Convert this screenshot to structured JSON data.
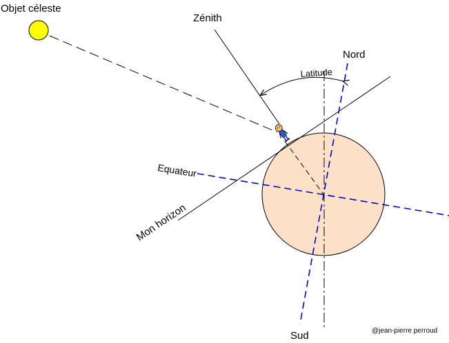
{
  "labels": {
    "celestial_object": "Objet céleste",
    "zenith": "Zénith",
    "north": "Nord",
    "latitude": "Latitude",
    "equator": "Equateur",
    "horizon": "Mon horizon",
    "south": "Sud",
    "credit": "@jean-pierre perroud"
  },
  "colors": {
    "earth_fill": "#fde0c8",
    "sun_fill": "#ffff00",
    "axis_blue": "#0000cc",
    "line_black": "#000000",
    "observer_shirt": "#3355cc",
    "observer_head": "#f0c070"
  },
  "icons": {
    "celestial_object": "sun-icon",
    "observer": "person-icon"
  }
}
